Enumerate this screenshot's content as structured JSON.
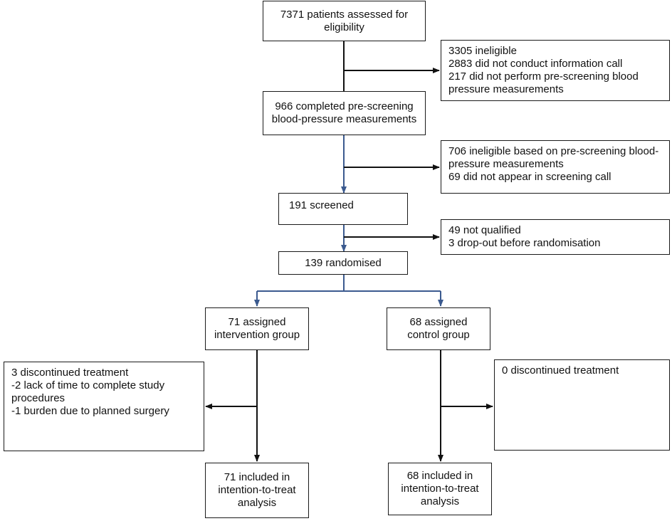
{
  "colors": {
    "blue_arrow": "#3b5a8f",
    "black_arrow": "#111111"
  },
  "boxes": {
    "assessed": [
      "7371 patients assessed for",
      "eligibility"
    ],
    "excluded1": [
      "3305 ineligible",
      "2883 did not conduct information call",
      "217 did not perform pre-screening blood",
      "pressure measurements"
    ],
    "prescreen": [
      "966 completed pre-screening",
      "blood-pressure measurements"
    ],
    "excluded2": [
      "706 ineligible based on pre-screening blood-",
      "pressure measurements",
      "69 did not appear in screening call"
    ],
    "screened": [
      "191 screened"
    ],
    "excluded3": [
      "49 not qualified",
      "3 drop-out before randomisation"
    ],
    "randomised": [
      "139 randomised"
    ],
    "intervention": [
      "71 assigned",
      "intervention group"
    ],
    "control": [
      "68 assigned",
      "control group"
    ],
    "discont_intervention": [
      "3 discontinued treatment",
      "-2 lack of time to complete study",
      "procedures",
      "-1 burden due to planned surgery"
    ],
    "discont_control": [
      "0 discontinued treatment"
    ],
    "itt_intervention": [
      "71 included in",
      "intention-to-treat",
      "analysis"
    ],
    "itt_control": [
      "68 included in",
      "intention-to-treat",
      "analysis"
    ]
  }
}
